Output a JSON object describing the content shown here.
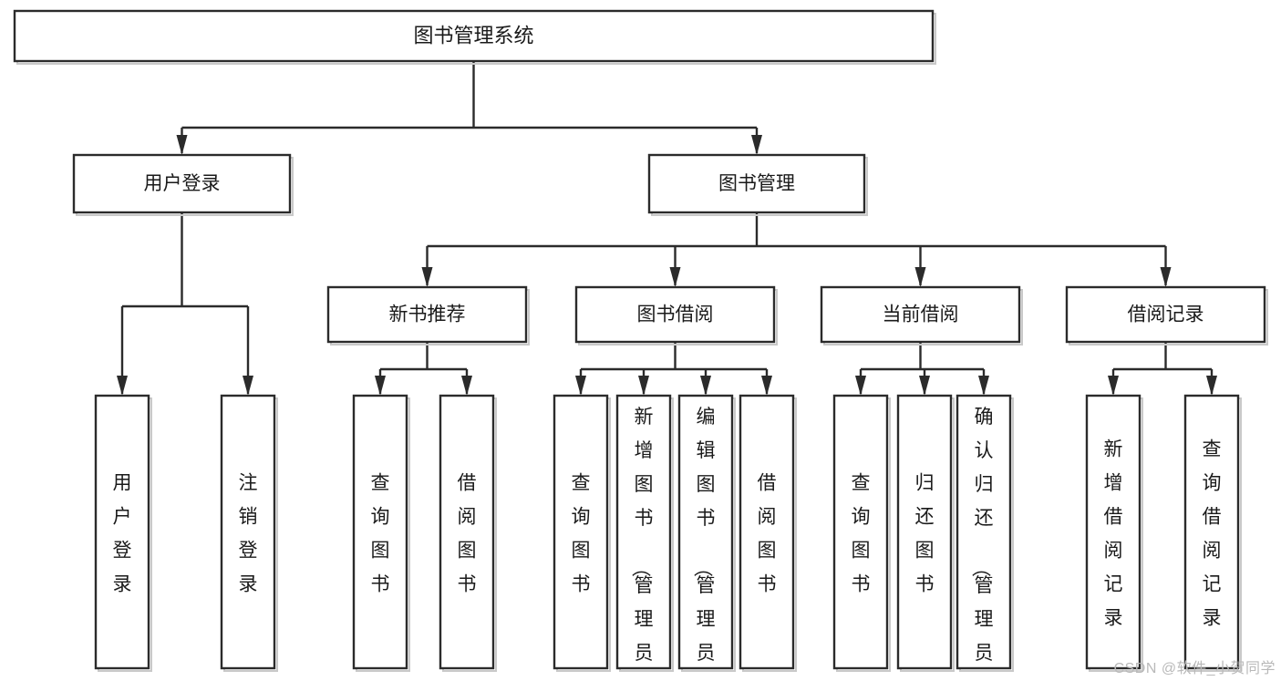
{
  "diagram": {
    "title": "图书管理系统",
    "watermark": "CSDN @软件_小贺同学",
    "colors": {
      "background": "#ffffff",
      "box_fill": "#ffffff",
      "line": "#2b2b2b",
      "shadow": "#c9c9c9",
      "text": "#1a1a1a",
      "watermark": "#b9b9b9"
    },
    "root": {
      "label": "图书管理系统"
    },
    "level1": [
      {
        "label": "用户登录"
      },
      {
        "label": "图书管理"
      }
    ],
    "level2": [
      {
        "label": "新书推荐"
      },
      {
        "label": "图书借阅"
      },
      {
        "label": "当前借阅"
      },
      {
        "label": "借阅记录"
      }
    ],
    "leaves": {
      "user_login": [
        {
          "label": "用户登录"
        },
        {
          "label": "注销登录"
        }
      ],
      "new_book_recommend": [
        {
          "label": "查询图书"
        },
        {
          "label": "借阅图书"
        }
      ],
      "book_borrow": [
        {
          "label": "查询图书"
        },
        {
          "label": "新增图书（管理员）"
        },
        {
          "label": "编辑图书（管理员）"
        },
        {
          "label": "借阅图书"
        }
      ],
      "current_borrow": [
        {
          "label": "查询图书"
        },
        {
          "label": "归还图书"
        },
        {
          "label": "确认归还（管理员）"
        }
      ],
      "borrow_record": [
        {
          "label": "新增借阅记录"
        },
        {
          "label": "查询借阅记录"
        }
      ]
    }
  }
}
